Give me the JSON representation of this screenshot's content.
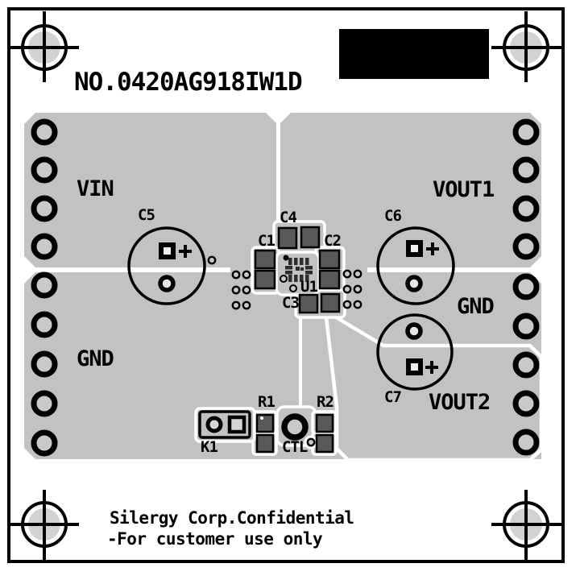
{
  "board": {
    "title": "NO.0420AG918IW1D",
    "footer": {
      "line1": "Silergy Corp.Confidential",
      "line2": "-For customer use only"
    }
  },
  "net_labels": {
    "vin": "VIN",
    "vout1": "VOUT1",
    "gnd_left": "GND",
    "gnd_right": "GND",
    "vout2": "VOUT2"
  },
  "refdes": {
    "c1": "C1",
    "c2": "C2",
    "c3": "C3",
    "c4": "C4",
    "c5": "C5",
    "c6": "C6",
    "c7": "C7",
    "u1": "U1",
    "r1": "R1",
    "r2": "R2",
    "k1": "K1",
    "ctl": "CTL"
  },
  "colors": {
    "copper": "#c2c2c2",
    "pad_hole": "#c9c9c9",
    "fiducial_fill": "#d2d2d2",
    "smd_pad": "#595959",
    "silkscreen": "#000000",
    "background": "#ffffff",
    "label_block": "#000000"
  }
}
